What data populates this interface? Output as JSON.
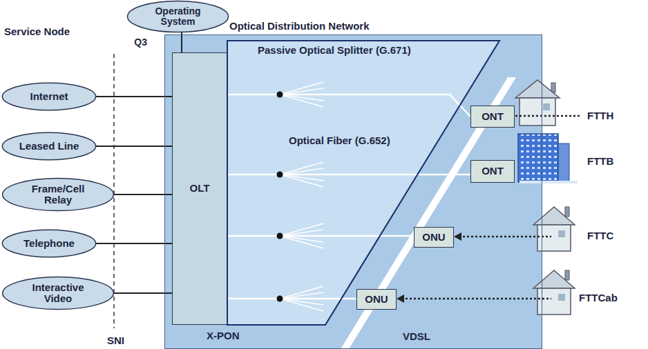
{
  "diagram": {
    "nodes": [
      {
        "text": [
          "Operating System"
        ]
      },
      {
        "text": [
          "Internet"
        ]
      },
      {
        "text": [
          "Leased Line"
        ]
      },
      {
        "text": [
          "Frame/Cell Relay"
        ]
      },
      {
        "text": [
          "Telephone"
        ]
      },
      {
        "text": [
          "Interactive Video"
        ]
      },
      {
        "text": [
          "X-PON"
        ]
      },
      {
        "text": [
          "OLT"
        ],
        "in": 6
      },
      {
        "text": [
          "Passive Optical Splitter (G.671)"
        ],
        "in": 6
      },
      {
        "text": [
          "ONT"
        ],
        "in": 6
      },
      {
        "text": [
          "ONT"
        ],
        "in": 6
      },
      {
        "text": [
          "ONU"
        ],
        "in": 6
      },
      {
        "text": [
          "ONU"
        ],
        "in": 6
      }
    ],
    "edges": [
      {
        "from": 0,
        "to": 7,
        "label": "Q3",
        "arrow": "none"
      },
      {
        "from": 1,
        "to": 7,
        "arrow": "none"
      },
      {
        "from": 2,
        "to": 7,
        "arrow": "none"
      },
      {
        "from": 3,
        "to": 7,
        "arrow": "none"
      },
      {
        "from": 4,
        "to": 7,
        "arrow": "none"
      },
      {
        "from": 5,
        "to": 7,
        "arrow": "none"
      },
      {
        "from": 7,
        "to": 9,
        "arrow": "none"
      },
      {
        "from": 7,
        "to": 10,
        "arrow": "none"
      },
      {
        "from": 7,
        "to": 11,
        "arrow": "none"
      },
      {
        "from": 7,
        "to": 12,
        "arrow": "none"
      }
    ],
    "labels": [
      "Service Node",
      "Optical Distribution Network",
      "SNI",
      "Optical Fiber (G.652)",
      "VDSL",
      "FTTH",
      "FTTB",
      "FTTC",
      "FTTCab"
    ]
  }
}
